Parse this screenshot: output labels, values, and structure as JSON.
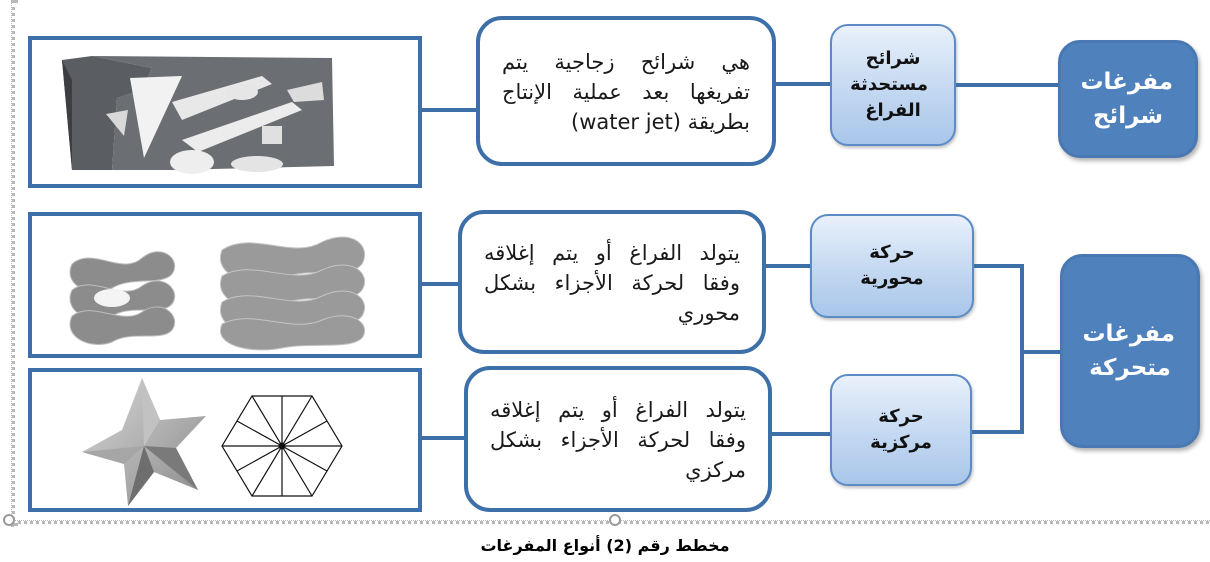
{
  "diagram": {
    "rows": [
      {
        "main_label": "مفرغات شرائح",
        "sub_label": "شرائح مستحدثة الفراغ",
        "description": "هي شرائح زجاجية يتم تفريغها بعد عملية الإنتاج بطريقة (water jet)",
        "image": "perforated-panel-image"
      },
      {
        "main_label": "مفرغات متحركة",
        "sub_label": "حركة محورية",
        "description": "يتولد الفراغ أو يتم إغلاقه وفقا لحركة الأجزاء بشكل محوري",
        "image": "wavy-stacked-panels-image"
      },
      {
        "sub_label": "حركة مركزية",
        "description": "يتولد الفراغ أو يتم إغلاقه وفقا لحركة الأجزاء بشكل مركزي",
        "image": "star-and-hexagon-image"
      }
    ],
    "caption": "مخطط رقم (2) أنواع المفرغات",
    "colors": {
      "main_box": "#4f81bd",
      "border": "#3d6fa8",
      "sub_box_light": "#e9f1fb",
      "sub_box_dark": "#a9c6ea"
    }
  }
}
